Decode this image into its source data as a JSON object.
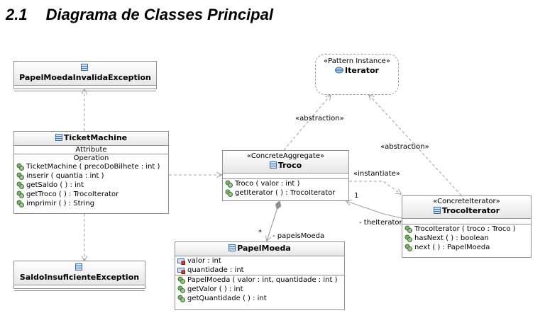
{
  "heading": {
    "number": "2.1",
    "title": "Diagrama de Classes Principal"
  },
  "classes": {
    "papelmoeda_invalida": {
      "name": "PapelMoedaInvalidaException"
    },
    "ticketmachine": {
      "name": "TicketMachine",
      "attr_label": "Attribute",
      "op_label": "Operation",
      "operations": [
        "TicketMachine ( precoDoBilhete : int )",
        "inserir ( quantia : int )",
        "getSaldo ( ) : int",
        "getTroco ( ) : TrocoIterator",
        "imprimir ( ) : String"
      ]
    },
    "saldo_insuficiente": {
      "name": "SaldoInsuficienteException"
    },
    "troco": {
      "stereotype": "«ConcreteAggregate»",
      "name": "Troco",
      "operations": [
        "Troco ( valor : int )",
        "getIterator ( ) : TrocoIterator"
      ]
    },
    "trocoiterator": {
      "stereotype": "«ConcreteIterator»",
      "name": "TrocoIterator",
      "operations": [
        "TrocoIterator ( troco : Troco )",
        "hasNext ( ) : boolean",
        "next ( ) : PapelMoeda"
      ]
    },
    "papelmoeda": {
      "name": "PapelMoeda",
      "attributes": [
        "valor : int",
        "quantidade : int"
      ],
      "operations": [
        "PapelMoeda ( valor : int, quantidade : int )",
        "getValor ( ) : int",
        "getQuantidade ( ) : int"
      ]
    }
  },
  "pattern": {
    "stereotype": "«Pattern Instance»",
    "name": "Iterator"
  },
  "edge_labels": {
    "abstraction_left": "«abstraction»",
    "abstraction_right": "«abstraction»",
    "instantiate": "«instantiate»",
    "multiplicity_one": "1",
    "the_iterator": "- theIterator",
    "multiplicity_many": "*",
    "papeis_moeda": "- papeisMoeda"
  },
  "icons": {
    "class": "class-icon",
    "operation": "operation-icon",
    "attribute": "private-attribute-icon",
    "pattern": "pattern-icon"
  },
  "colors": {
    "border": "#8f8f8f",
    "edge": "#a0a0a0",
    "header_bottom": "#e6e6e6",
    "class_icon": "#3a6ea5",
    "op_icon": "#4a8a3a"
  }
}
